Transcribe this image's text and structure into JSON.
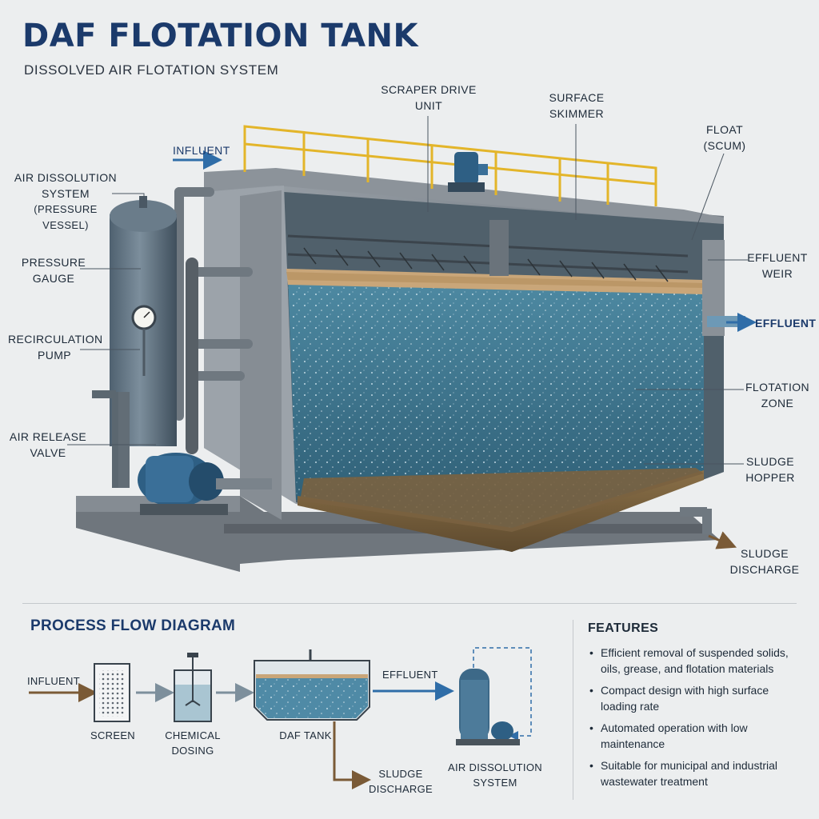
{
  "title": "DAF FLOTATION TANK",
  "subtitle": "DISSOLVED AIR FLOTATION SYSTEM",
  "labels": {
    "influent": "INFLUENT",
    "scraper_drive_unit": [
      "SCRAPER DRIVE",
      "UNIT"
    ],
    "surface_skimmer": [
      "SURFACE",
      "SKIMMER"
    ],
    "float_scum": [
      "FLOAT",
      "(SCUM)"
    ],
    "air_dissolution_system": [
      "AIR DISSOLUTION",
      "SYSTEM",
      "(PRESSURE VESSEL)"
    ],
    "pressure_gauge": [
      "PRESSURE",
      "GAUGE"
    ],
    "recirculation_pump": [
      "RECIRCULATION",
      "PUMP"
    ],
    "air_release_valve": [
      "AIR RELEASE",
      "VALVE"
    ],
    "effluent_weir": [
      "EFFLUENT",
      "WEIR"
    ],
    "effluent": "EFFLUENT",
    "flotation_zone": [
      "FLOTATION",
      "ZONE"
    ],
    "sludge_hopper": [
      "SLUDGE",
      "HOPPER"
    ],
    "sludge_discharge": [
      "SLUDGE",
      "DISCHARGE"
    ]
  },
  "process_flow": {
    "title": "PROCESS FLOW DIAGRAM",
    "influent": "INFLUENT",
    "screen": "SCREEN",
    "chemical_dosing": [
      "CHEMICAL",
      "DOSING"
    ],
    "daf_tank": "DAF TANK",
    "effluent": "EFFLUENT",
    "sludge_discharge": [
      "SLUDGE",
      "DISCHARGE"
    ],
    "air_dissolution_system": [
      "AIR DISSOLUTION",
      "SYSTEM"
    ]
  },
  "features": {
    "title": "FEATURES",
    "items": [
      "Efficient removal of suspended solids, oils, grease, and flotation materials",
      "Compact design with high surface loading rate",
      "Automated operation with low maintenance",
      "Suitable for municipal and industrial wastewater treatment"
    ]
  },
  "colors": {
    "title_blue": "#1b3a6b",
    "steel": "#7d858d",
    "water": "#3a6e86",
    "sludge": "#7a6240",
    "railing": "#e3b52a",
    "pump_blue": "#2e5f84",
    "arrow_blue": "#2f6da8",
    "arrow_brown": "#7a5a36"
  }
}
